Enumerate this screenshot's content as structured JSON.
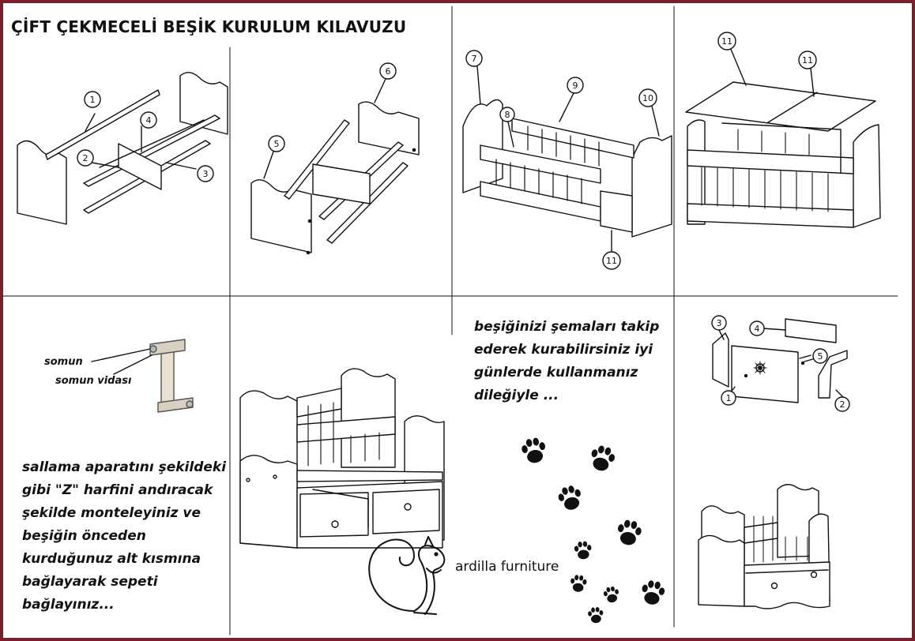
{
  "title": "ÇİFT ÇEKMECELİ BEŞİK KURULUM KILAVUZU",
  "colors": {
    "frame": "#7a1f2b",
    "line": "#111111",
    "paw": "#111111"
  },
  "callouts": {
    "panel1": [
      "1",
      "2",
      "3",
      "4"
    ],
    "panel2": [
      "5",
      "6"
    ],
    "panel3": [
      "7",
      "8",
      "9",
      "10",
      "11"
    ],
    "panel4": [
      "11",
      "11"
    ],
    "panel8": [
      "1",
      "2",
      "3",
      "4",
      "5"
    ]
  },
  "hardware": {
    "nut_label": "somun",
    "bolt_label": "somun vidası"
  },
  "instruction_text": "sallama aparatını şekildeki gibi \"Z\" harfini andıracak şekilde monteleyiniz ve beşiğin önceden kurduğunuz alt kısmına bağlayarak sepeti bağlayınız...",
  "closing_text": "beşiğinizi şemaları takip ederek kurabilirsiniz iyi günlerde kullanmanız dileğiyle ...",
  "brand": "ardilla furniture",
  "icons": {
    "paw": "paw-print-icon",
    "mascot": "squirrel-logo-icon",
    "gear": "gear-icon",
    "bracket": "rocking-bracket-icon"
  }
}
